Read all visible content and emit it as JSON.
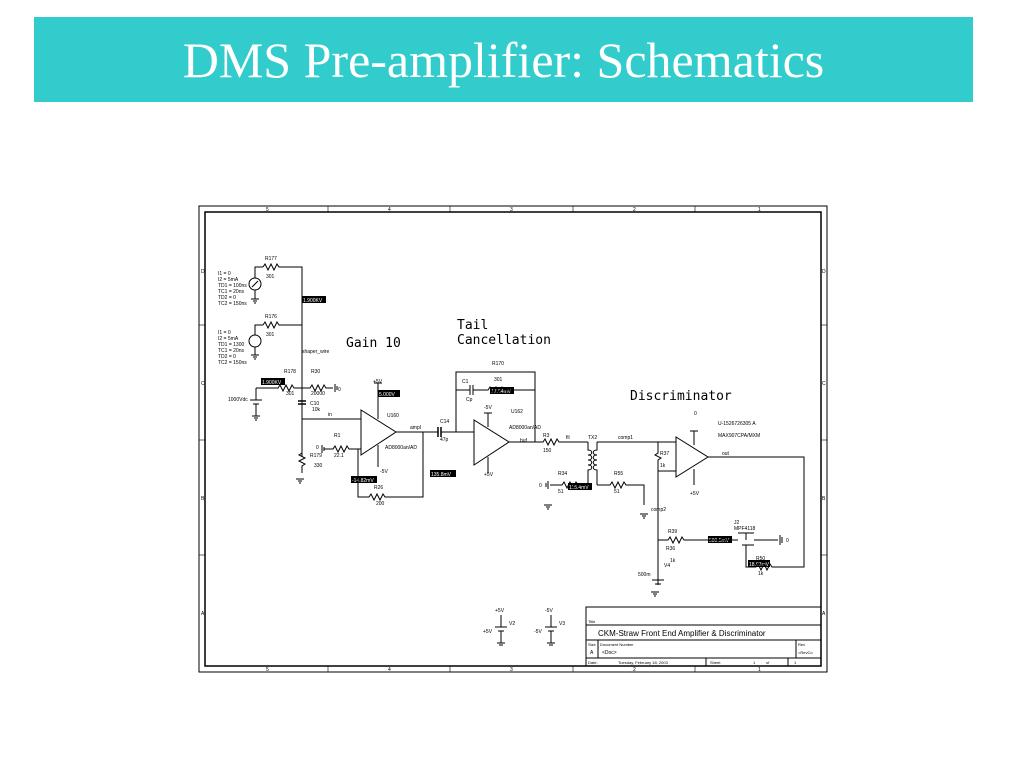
{
  "slide": {
    "title": "DMS Pre-amplifier: Schematics"
  },
  "schematic": {
    "sections": {
      "gain": "Gain 10",
      "tail1": "Tail",
      "tail2": "Cancellation",
      "disc": "Discriminator"
    },
    "source1": {
      "i1": "I1 = 0",
      "i2": "I2 = 5mA",
      "td1": "TD1 = 100ns",
      "tc1": "TC1 = 20ns",
      "td2": "TD2 = 0",
      "tc2": "TC2 = 150ns"
    },
    "source2": {
      "i1": "I1 = 0",
      "i2": "I2 = 5mA",
      "td1": "TD1 = 1300",
      "tc1": "TC1 = 20ns",
      "td2": "TD2 = 0",
      "tc2": "TC2 = 150ns"
    },
    "parts": {
      "r177": "R177",
      "r177v": "301",
      "r176": "R176",
      "r176v": "301",
      "r178": "R178",
      "r178v": "301",
      "r30": "R30",
      "r30v": "20000",
      "c10": "C10",
      "c10v": "10k",
      "v1v": "1000Vdc",
      "r1": "R1",
      "r1v": "22.1",
      "r179": "R179",
      "r179v": "330",
      "u160": "U160",
      "u160p": "AD8000an/AD",
      "r26": "R26",
      "r26v": "200",
      "c14": "C14",
      "c14v": "47p",
      "c1": "C1",
      "c1v": "Cp",
      "r170": "R170",
      "r170v": "301",
      "u162": "U162",
      "u162p": "AD8000an/AD",
      "r3": "R3",
      "r3v": "150",
      "tx2": "TX2",
      "r34": "R34",
      "r34v": "51",
      "r55": "R55",
      "r55v": "51",
      "r37": "R37",
      "r37v": "1k",
      "u1": "U-1526726305 A",
      "u1p": "MAX907CPA/MXM",
      "r39": "R39",
      "r36": "R36",
      "r36v": "1k",
      "v4": "V4",
      "v4v": "500m",
      "j2": "J2",
      "j2p": "MPF4118",
      "r50": "R50",
      "r50v": "1k",
      "v2": "V2",
      "v3": "V3",
      "v2v": "+5V",
      "v3v": "-5V"
    },
    "nets": {
      "shaper": "shaper_wire",
      "in": "in",
      "amp": "ampl",
      "buf": "buf",
      "fil": "fil",
      "comp1": "comp1",
      "comp2": "comp2",
      "out": "out"
    },
    "probes": {
      "p1": "1.900KV",
      "p2": "1.900KV",
      "p3": "5.000V",
      "p4": "17.04mV",
      "p5": "-14.82mV",
      "p6": "135.8mV",
      "p7": "115.4mV",
      "p8": "580.5mV",
      "p9": "18.97mV"
    },
    "supplies": {
      "pos": "+5V",
      "neg": "-5V",
      "gnd": "0"
    },
    "title_block": {
      "title_label": "Title",
      "title": "CKM-Straw Front End Amplifier & Discriminator",
      "size_label": "Size",
      "size": "A",
      "docnum_label": "Document Number",
      "docnum": "<Doc>",
      "rev_label": "Rev",
      "rev": "<RevCo",
      "date_label": "Date:",
      "date": "Tuesday, February 18, 2003",
      "sheet_label": "Sheet",
      "sheet_num": "1",
      "of_label": "of",
      "sheet_total": "1"
    },
    "border": {
      "c1": "5",
      "c2": "4",
      "c3": "3",
      "c4": "2",
      "c5": "1",
      "rD": "D",
      "rC": "C",
      "rB": "B",
      "rA": "A"
    }
  }
}
